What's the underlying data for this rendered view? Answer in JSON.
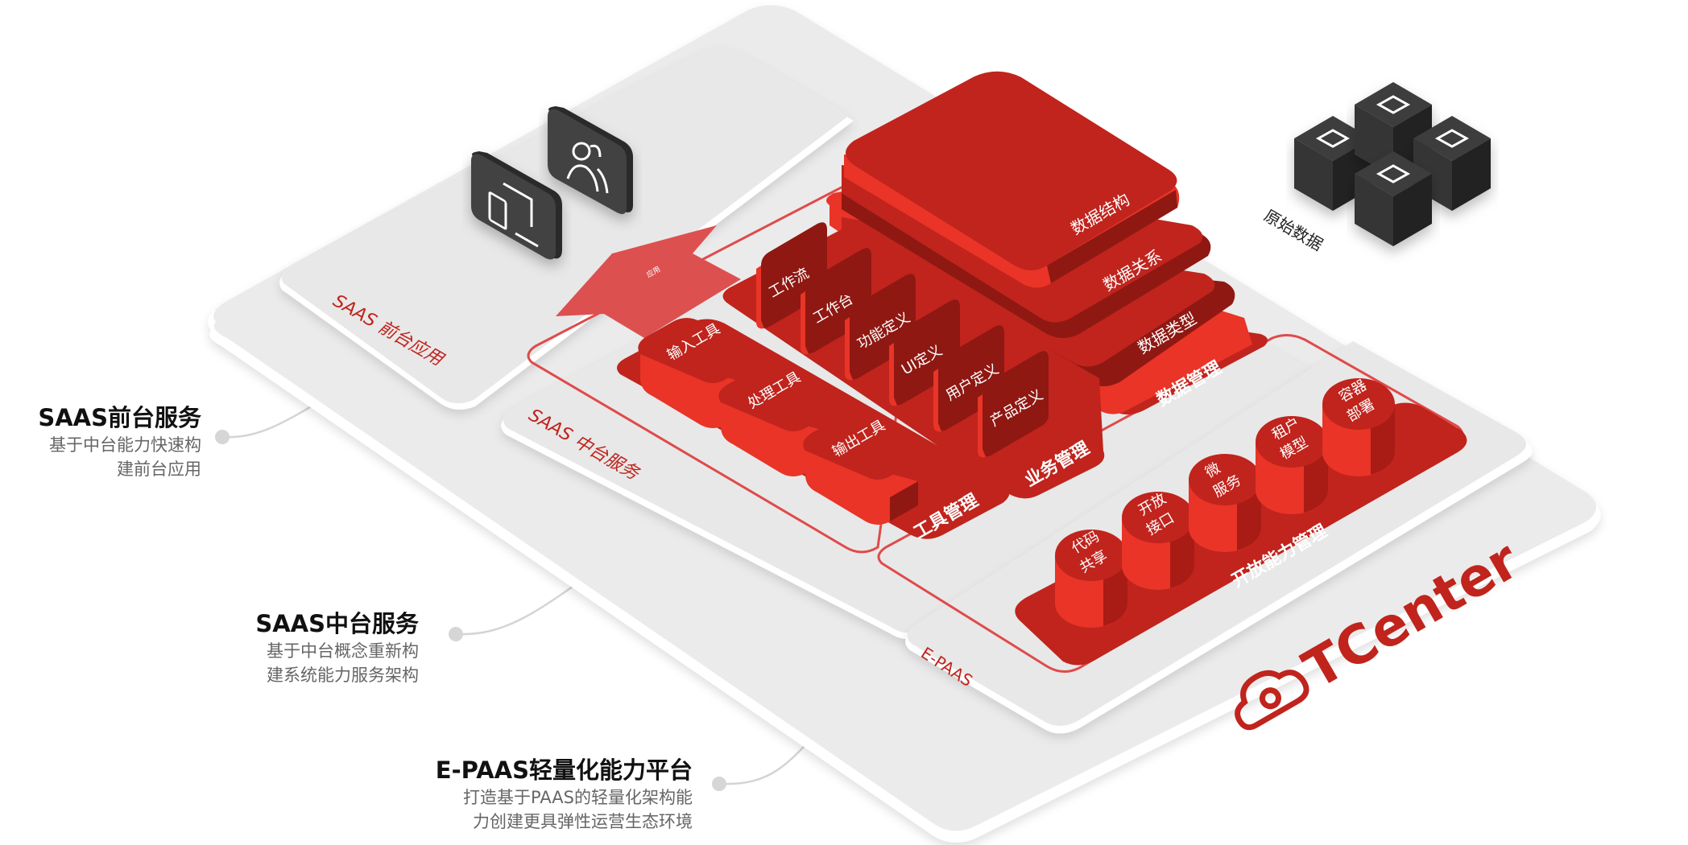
{
  "colors": {
    "red_main": "#c0241d",
    "red_light": "#e93427",
    "red_dark": "#8f1812",
    "red_arrow": "#dd5050",
    "board_gray": "#ebebeb",
    "board_edge": "#cfcfcf",
    "dark_block": "#3e3e3e",
    "text_black": "#111111",
    "text_gray": "#666666"
  },
  "layers": {
    "front": {
      "label": "SAAS 前台应用"
    },
    "middle": {
      "label": "SAAS 中台服务"
    },
    "epaas": {
      "label": "E-PAAS"
    }
  },
  "front_icons": [
    {
      "name": "devices-icon"
    },
    {
      "name": "users-icon"
    }
  ],
  "arrow": {
    "label": "应用"
  },
  "raw_data": {
    "label": "原始数据",
    "icons": [
      "video-icon",
      "text-document-icon",
      "layout-icon",
      "image-icon"
    ]
  },
  "data_management": {
    "label": "数据管理",
    "layers": [
      "数据结构",
      "数据关系",
      "数据类型"
    ]
  },
  "business_management": {
    "label": "业务管理",
    "cards": [
      "工作流",
      "工作台",
      "功能定义",
      "UI定义",
      "用户定义",
      "产品定义"
    ]
  },
  "tool_management": {
    "label": "工具管理",
    "tools": [
      "输入工具",
      "处理工具",
      "输出工具"
    ]
  },
  "open_capability": {
    "label": "开放能力管理",
    "cylinders": [
      {
        "line1": "代码",
        "line2": "共享"
      },
      {
        "line1": "开放",
        "line2": "接口"
      },
      {
        "line1": "微",
        "line2": "服务"
      },
      {
        "line1": "租户",
        "line2": "模型"
      },
      {
        "line1": "容器",
        "line2": "部署"
      }
    ]
  },
  "brand": {
    "name": "TCenter"
  },
  "callouts": [
    {
      "title": "SAAS前台服务",
      "desc_line1": "基于中台能力快速构",
      "desc_line2": "建前台应用"
    },
    {
      "title": "SAAS中台服务",
      "desc_line1": "基于中台概念重新构",
      "desc_line2": "建系统能力服务架构"
    },
    {
      "title": "E-PAAS轻量化能力平台",
      "desc_line1": "打造基于PAAS的轻量化架构能",
      "desc_line2": "力创建更具弹性运营生态环境"
    }
  ]
}
